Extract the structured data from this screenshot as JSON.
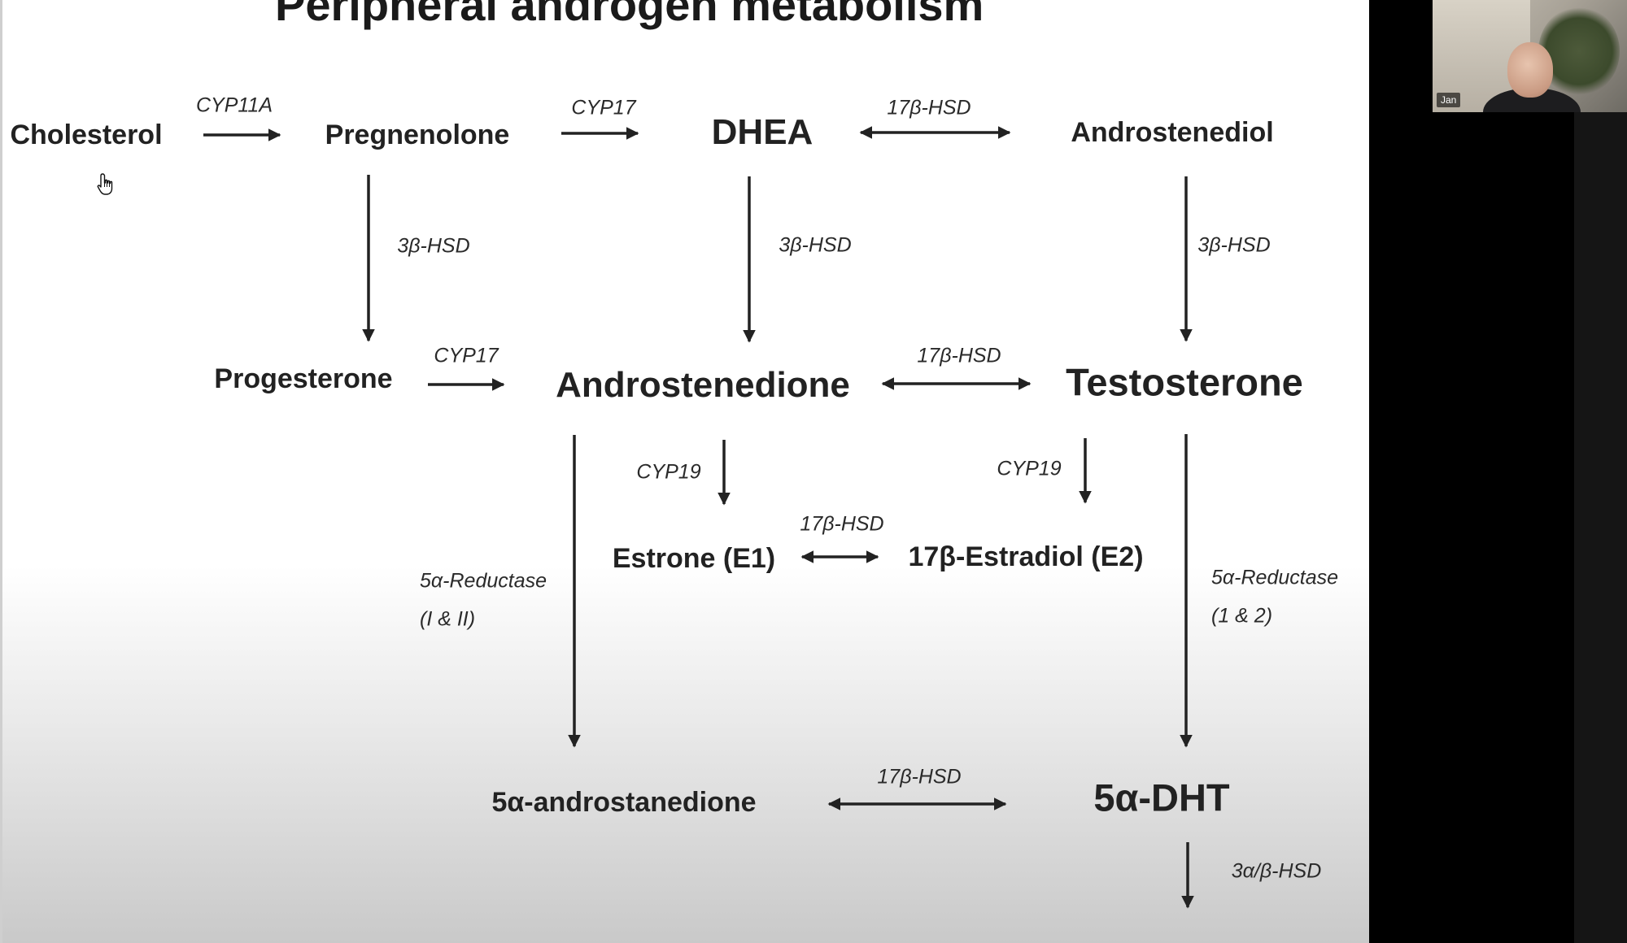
{
  "slide": {
    "title": "Peripheral androgen metabolism",
    "nodes": {
      "cholesterol": "Cholesterol",
      "pregnenolone": "Pregnenolone",
      "dhea": "DHEA",
      "androstenediol": "Androstenediol",
      "progesterone": "Progesterone",
      "androstenedione": "Androstenedione",
      "testosterone": "Testosterone",
      "estrone": "Estrone (E1)",
      "estradiol": "17β-Estradiol (E2)",
      "androstanedione": "5α-androstanedione",
      "dht": "5α-DHT"
    },
    "enzymes": {
      "cyp11a": "CYP11A",
      "cyp17_top": "CYP17",
      "hsd17_top": "17β-HSD",
      "hsd3_left": "3β-HSD",
      "hsd3_mid": "3β-HSD",
      "hsd3_right": "3β-HSD",
      "cyp17_mid": "CYP17",
      "hsd17_mid": "17β-HSD",
      "cyp19_left": "CYP19",
      "cyp19_right": "CYP19",
      "hsd17_estro": "17β-HSD",
      "reductase_left_1": "5α-Reductase",
      "reductase_left_2": "(I & II)",
      "reductase_right_1": "5α-Reductase",
      "reductase_right_2": "(1 & 2)",
      "hsd17_bottom": "17β-HSD",
      "hsd3ab": "3α/β-HSD"
    }
  },
  "video": {
    "participant_name": "Jan"
  }
}
